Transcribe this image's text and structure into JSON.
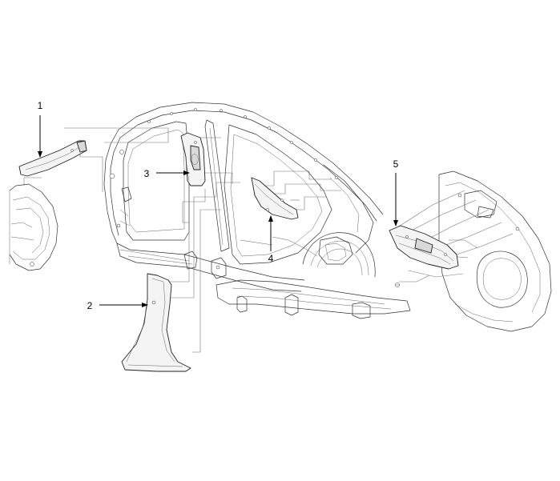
{
  "callouts": {
    "c1": "1",
    "c2": "2",
    "c3": "3",
    "c4": "4",
    "c5": "5"
  },
  "colors": {
    "line": "#222222",
    "leader": "#777777",
    "fill": "#f4f4f4"
  }
}
